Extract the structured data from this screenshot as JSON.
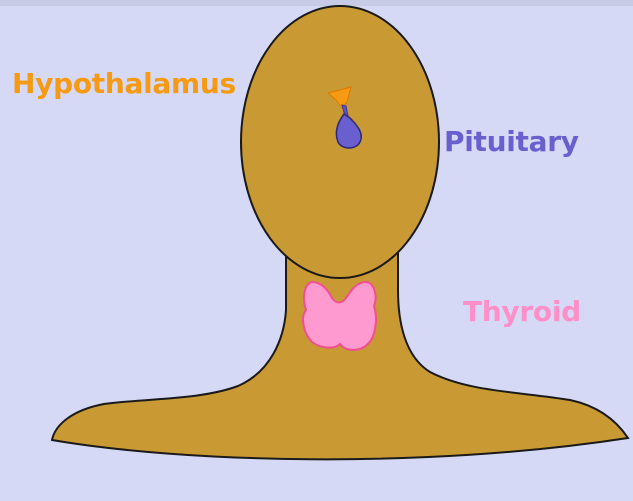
{
  "labels": {
    "hypothalamus": "Hypothalamus",
    "pituitary": "Pituitary",
    "thyroid": "Thyroid"
  },
  "colors": {
    "background": "#d6d9f6",
    "skin": "#c99a34",
    "outline": "#1a1a1a",
    "hypothalamus": "#f59a12",
    "pituitary": "#6a5fcf",
    "thyroid": "#ff8fc8",
    "thyroid_outline": "#f0508f"
  }
}
